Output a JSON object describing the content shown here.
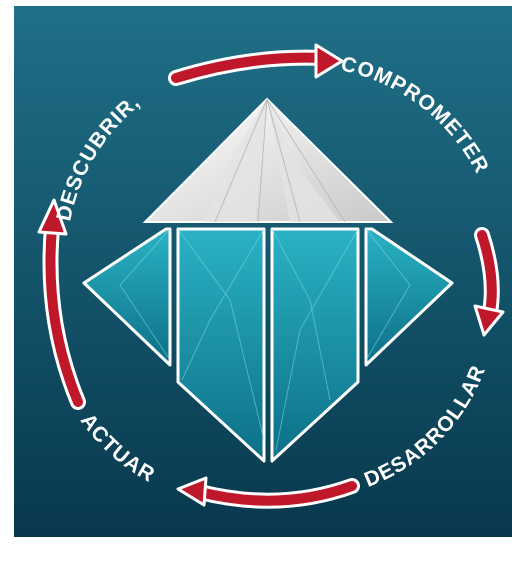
{
  "colors": {
    "background_top": "#1f7088",
    "background_bottom": "#08384d",
    "arrow": "#c0182b",
    "arrow_outline": "#ffffff",
    "crystal_top": "#f2f2f2",
    "crystal_bottom": "#1a9db0",
    "label": "#ffffff"
  },
  "cycle": {
    "labels": {
      "descubrir": "DESCUBRIR,",
      "comprometer": "COMPROMETER",
      "desarrollar": "DESARROLLAR",
      "actuar": "ACTUAR"
    }
  },
  "icons": {
    "center": "diamond-iceberg-icon",
    "arrows": "circular-arrow-icon"
  }
}
